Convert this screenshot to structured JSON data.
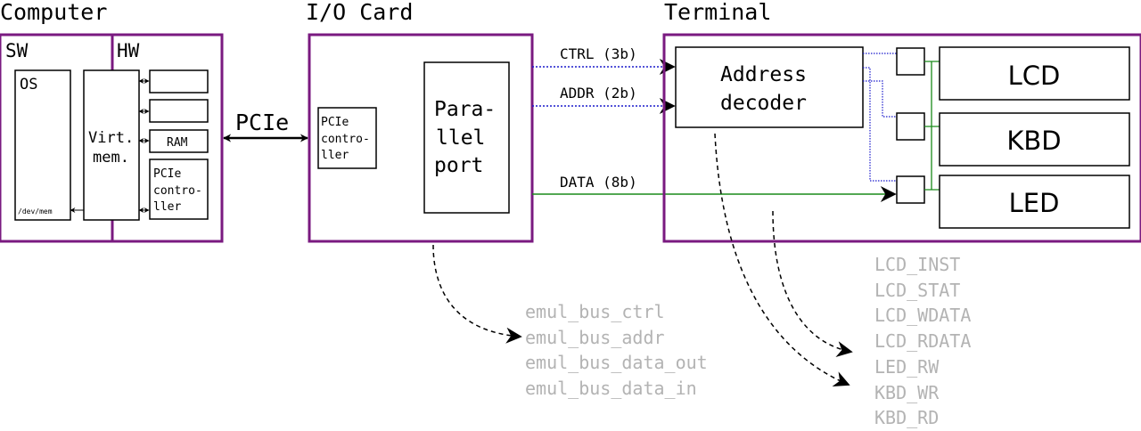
{
  "colors": {
    "frame": "#7a1a80",
    "line": "#000000",
    "ctrl_addr": "#1a1acc",
    "data": "#1a8a1a",
    "signals": "#b3b3b3"
  },
  "computer": {
    "title": "Computer",
    "sw_label": "SW",
    "hw_label": "HW",
    "os_label": "OS",
    "devmem_label": "/dev/mem",
    "virt_mem": [
      "Virt.",
      "mem."
    ],
    "ram_label": "RAM",
    "pcie_ctrl": [
      "PCIe",
      "contro-",
      "ller"
    ]
  },
  "pcie_link": "PCIe",
  "io_card": {
    "title": "I/O Card",
    "pcie_ctrl": [
      "PCIe",
      "contro-",
      "ller"
    ],
    "parallel_port": [
      "Para-",
      "llel",
      "port"
    ]
  },
  "buses": {
    "ctrl": "CTRL (3b)",
    "addr": "ADDR (2b)",
    "data": "DATA (8b)"
  },
  "terminal": {
    "title": "Terminal",
    "address_decoder": [
      "Address",
      "decoder"
    ],
    "lcd": "LCD",
    "kbd": "KBD",
    "led": "LED"
  },
  "emul_signals": [
    "emul_bus_ctrl",
    "emul_bus_addr",
    "emul_bus_data_out",
    "emul_bus_data_in"
  ],
  "terminal_signals": [
    "LCD_INST",
    "LCD_STAT",
    "LCD_WDATA",
    "LCD_RDATA",
    "LED_RW",
    "KBD_WR",
    "KBD_RD"
  ]
}
